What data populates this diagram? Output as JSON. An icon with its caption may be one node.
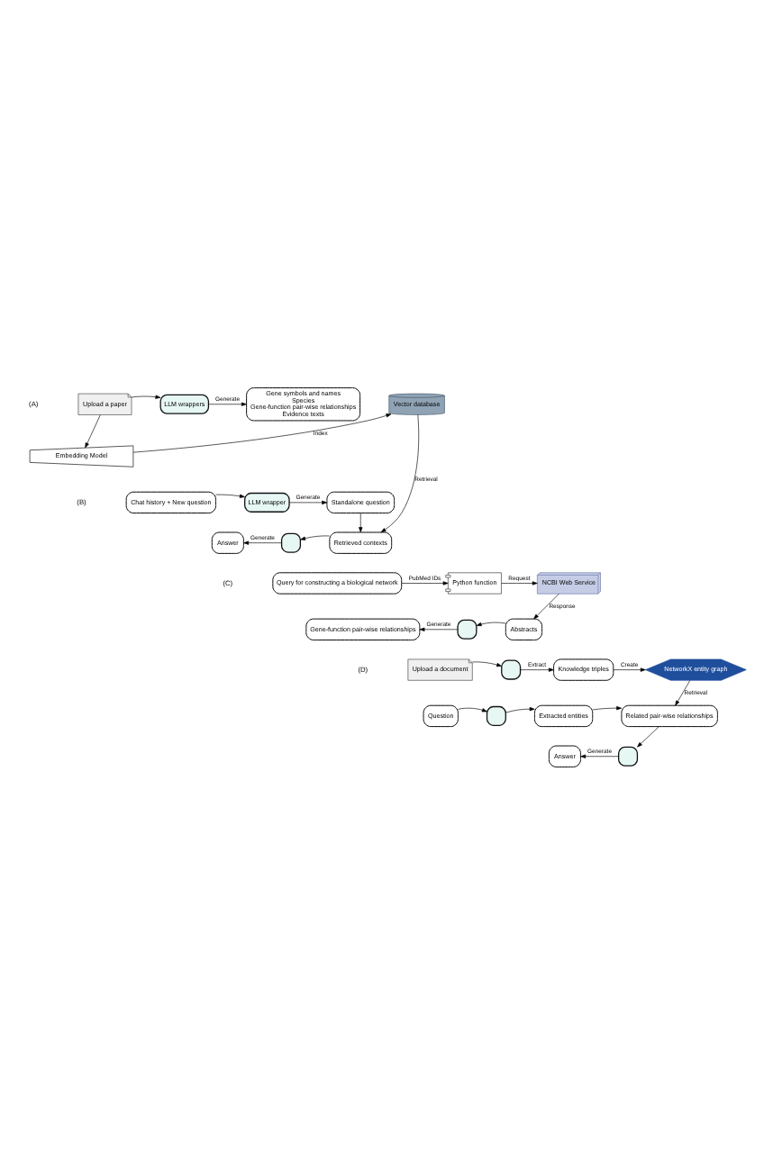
{
  "diagram": {
    "nodes": [
      {
        "text": [
          "Upload a paper"
        ]
      },
      {
        "text": [
          "LLM wrappers"
        ]
      },
      {
        "text": [
          "Gene symbols and names",
          "Species",
          "Gene-function pair-wise relationships",
          "Evidence texts"
        ]
      },
      {
        "text": [
          "Embedding Model"
        ]
      },
      {
        "text": [
          "Vector database"
        ]
      },
      {
        "text": [
          "LLM wrapper"
        ]
      },
      {
        "text": [
          "Chat history + New question"
        ]
      },
      {
        "text": [
          "Standalone question"
        ]
      },
      {
        "text": [
          "Retrieved contexts"
        ]
      },
      {
        "text": [],
        "shape": "box"
      },
      {
        "text": [
          "Answer"
        ]
      },
      {
        "text": [
          "Query for constructing a biological network"
        ]
      },
      {
        "text": [
          "Python function"
        ]
      },
      {
        "text": [
          "NCBI Web Service"
        ]
      },
      {
        "text": [
          "Abstracts"
        ]
      },
      {
        "text": [],
        "shape": "box"
      },
      {
        "text": [
          "Gene-function pair-wise relationships"
        ]
      },
      {
        "text": [
          "Upload a document"
        ]
      },
      {
        "text": [],
        "shape": "box"
      },
      {
        "text": [
          "Knowledge triples"
        ]
      },
      {
        "text": [
          "NetworkX entity graph"
        ]
      },
      {
        "text": [
          "Question"
        ]
      },
      {
        "text": [],
        "shape": "box"
      },
      {
        "text": [
          "Extracted entities"
        ]
      },
      {
        "text": [
          "Related pair-wise relationships"
        ]
      },
      {
        "text": [],
        "shape": "box"
      },
      {
        "text": [
          "Answer"
        ]
      }
    ],
    "edges": [
      {
        "from": 0,
        "to": 1,
        "arrow": "to"
      },
      {
        "from": 1,
        "to": 2,
        "arrow": "to",
        "label": "Generate"
      },
      {
        "from": 0,
        "to": 3,
        "arrow": "to"
      },
      {
        "from": 3,
        "to": 4,
        "arrow": "to",
        "label": "Index"
      },
      {
        "from": 6,
        "to": 5,
        "arrow": "to"
      },
      {
        "from": 5,
        "to": 7,
        "arrow": "to",
        "label": "Generate"
      },
      {
        "from": 4,
        "to": 8,
        "arrow": "to",
        "label": "Retrieval"
      },
      {
        "from": 7,
        "to": 8,
        "arrow": "to"
      },
      {
        "from": 8,
        "to": 9,
        "arrow": "to"
      },
      {
        "from": 9,
        "to": 10,
        "arrow": "to",
        "label": "Generate"
      },
      {
        "from": 11,
        "to": 12,
        "arrow": "to",
        "label": "PubMed IDs"
      },
      {
        "from": 12,
        "to": 13,
        "arrow": "to",
        "label": "Request"
      },
      {
        "from": 13,
        "to": 14,
        "arrow": "to",
        "label": "Response"
      },
      {
        "from": 14,
        "to": 15,
        "arrow": "to"
      },
      {
        "from": 15,
        "to": 16,
        "arrow": "to",
        "label": "Generate"
      },
      {
        "from": 17,
        "to": 18,
        "arrow": "to"
      },
      {
        "from": 18,
        "to": 19,
        "arrow": "to",
        "label": "Extract"
      },
      {
        "from": 19,
        "to": 20,
        "arrow": "to",
        "label": "Create"
      },
      {
        "from": 20,
        "to": 24,
        "arrow": "to",
        "label": "Retrieval"
      },
      {
        "from": 21,
        "to": 22,
        "arrow": "to"
      },
      {
        "from": 22,
        "to": 23,
        "arrow": "to"
      },
      {
        "from": 23,
        "to": 24,
        "arrow": "to"
      },
      {
        "from": 24,
        "to": 25,
        "arrow": "to"
      },
      {
        "from": 25,
        "to": 26,
        "arrow": "to",
        "label": "Generate"
      }
    ],
    "labels": [
      "(A)",
      "(B)",
      "(C)",
      "(D)"
    ]
  }
}
